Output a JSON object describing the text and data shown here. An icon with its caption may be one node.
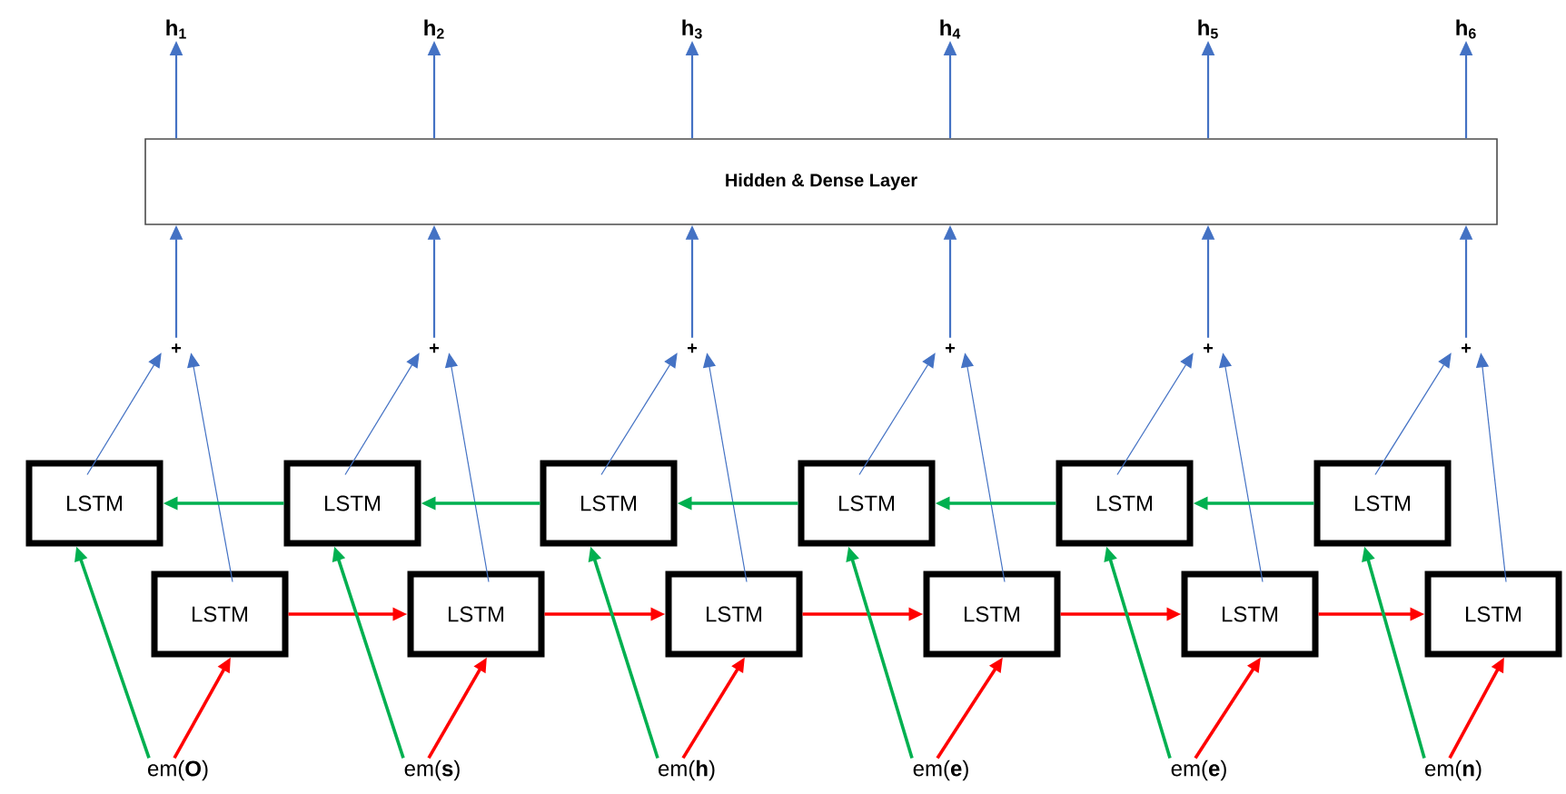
{
  "diagram": {
    "nodes": [
      {
        "text": [
          "h$_{1}$"
        ]
      },
      {
        "text": [
          "h$_{2}$"
        ]
      },
      {
        "text": [
          "h$_{3}$"
        ]
      },
      {
        "text": [
          "h$_{4}$"
        ]
      },
      {
        "text": [
          "h$_{5}$"
        ]
      },
      {
        "text": [
          "h$_{6}$"
        ]
      },
      {
        "text": [
          "Hidden & Dense Layer"
        ]
      },
      {
        "text": [
          "+"
        ]
      },
      {
        "text": [
          "+"
        ]
      },
      {
        "text": [
          "+"
        ]
      },
      {
        "text": [
          "+"
        ]
      },
      {
        "text": [
          "+"
        ]
      },
      {
        "text": [
          "+"
        ]
      },
      {
        "text": [
          "LSTM"
        ]
      },
      {
        "text": [
          "LSTM"
        ]
      },
      {
        "text": [
          "LSTM"
        ]
      },
      {
        "text": [
          "LSTM"
        ]
      },
      {
        "text": [
          "LSTM"
        ]
      },
      {
        "text": [
          "LSTM"
        ]
      },
      {
        "text": [
          "LSTM"
        ]
      },
      {
        "text": [
          "LSTM"
        ]
      },
      {
        "text": [
          "LSTM"
        ]
      },
      {
        "text": [
          "LSTM"
        ]
      },
      {
        "text": [
          "LSTM"
        ]
      },
      {
        "text": [
          "LSTM"
        ]
      },
      {
        "text": [
          "em(**O**)"
        ]
      },
      {
        "text": [
          "em(**s**)"
        ]
      },
      {
        "text": [
          "em(**h**)"
        ]
      },
      {
        "text": [
          "em(**e**)"
        ]
      },
      {
        "text": [
          "em(**e**)"
        ]
      },
      {
        "text": [
          "em(**n**)"
        ]
      }
    ],
    "edges": [
      {
        "from": 6,
        "to": 0,
        "arrow": "to"
      },
      {
        "from": 6,
        "to": 1,
        "arrow": "to"
      },
      {
        "from": 6,
        "to": 2,
        "arrow": "to"
      },
      {
        "from": 6,
        "to": 3,
        "arrow": "to"
      },
      {
        "from": 6,
        "to": 4,
        "arrow": "to"
      },
      {
        "from": 6,
        "to": 5,
        "arrow": "to"
      },
      {
        "from": 7,
        "to": 6,
        "arrow": "to"
      },
      {
        "from": 8,
        "to": 6,
        "arrow": "to"
      },
      {
        "from": 9,
        "to": 6,
        "arrow": "to"
      },
      {
        "from": 10,
        "to": 6,
        "arrow": "to"
      },
      {
        "from": 11,
        "to": 6,
        "arrow": "to"
      },
      {
        "from": 12,
        "to": 6,
        "arrow": "to"
      },
      {
        "from": 13,
        "to": 7,
        "arrow": "to"
      },
      {
        "from": 19,
        "to": 7,
        "arrow": "to"
      },
      {
        "from": 14,
        "to": 8,
        "arrow": "to"
      },
      {
        "from": 20,
        "to": 8,
        "arrow": "to"
      },
      {
        "from": 15,
        "to": 9,
        "arrow": "to"
      },
      {
        "from": 21,
        "to": 9,
        "arrow": "to"
      },
      {
        "from": 16,
        "to": 10,
        "arrow": "to"
      },
      {
        "from": 22,
        "to": 10,
        "arrow": "to"
      },
      {
        "from": 17,
        "to": 11,
        "arrow": "to"
      },
      {
        "from": 23,
        "to": 11,
        "arrow": "to"
      },
      {
        "from": 18,
        "to": 12,
        "arrow": "to"
      },
      {
        "from": 24,
        "to": 12,
        "arrow": "to"
      },
      {
        "from": 18,
        "to": 17,
        "arrow": "to",
        "color": "#00b050"
      },
      {
        "from": 17,
        "to": 16,
        "arrow": "to",
        "color": "#00b050"
      },
      {
        "from": 16,
        "to": 15,
        "arrow": "to",
        "color": "#00b050"
      },
      {
        "from": 15,
        "to": 14,
        "arrow": "to",
        "color": "#00b050"
      },
      {
        "from": 14,
        "to": 13,
        "arrow": "to",
        "color": "#00b050"
      },
      {
        "from": 19,
        "to": 20,
        "arrow": "to",
        "color": "#ff0000"
      },
      {
        "from": 20,
        "to": 21,
        "arrow": "to",
        "color": "#ff0000"
      },
      {
        "from": 21,
        "to": 22,
        "arrow": "to",
        "color": "#ff0000"
      },
      {
        "from": 22,
        "to": 23,
        "arrow": "to",
        "color": "#ff0000"
      },
      {
        "from": 23,
        "to": 24,
        "arrow": "to",
        "color": "#ff0000"
      },
      {
        "from": 25,
        "to": 13,
        "arrow": "to",
        "color": "#00b050"
      },
      {
        "from": 25,
        "to": 19,
        "arrow": "to",
        "color": "#ff0000"
      },
      {
        "from": 26,
        "to": 14,
        "arrow": "to",
        "color": "#00b050"
      },
      {
        "from": 26,
        "to": 20,
        "arrow": "to",
        "color": "#ff0000"
      },
      {
        "from": 27,
        "to": 15,
        "arrow": "to",
        "color": "#00b050"
      },
      {
        "from": 27,
        "to": 21,
        "arrow": "to",
        "color": "#ff0000"
      },
      {
        "from": 28,
        "to": 16,
        "arrow": "to",
        "color": "#00b050"
      },
      {
        "from": 28,
        "to": 22,
        "arrow": "to",
        "color": "#ff0000"
      },
      {
        "from": 29,
        "to": 17,
        "arrow": "to",
        "color": "#00b050"
      },
      {
        "from": 29,
        "to": 23,
        "arrow": "to",
        "color": "#ff0000"
      },
      {
        "from": 30,
        "to": 18,
        "arrow": "to",
        "color": "#00b050"
      },
      {
        "from": 30,
        "to": 24,
        "arrow": "to",
        "color": "#ff0000"
      }
    ]
  }
}
